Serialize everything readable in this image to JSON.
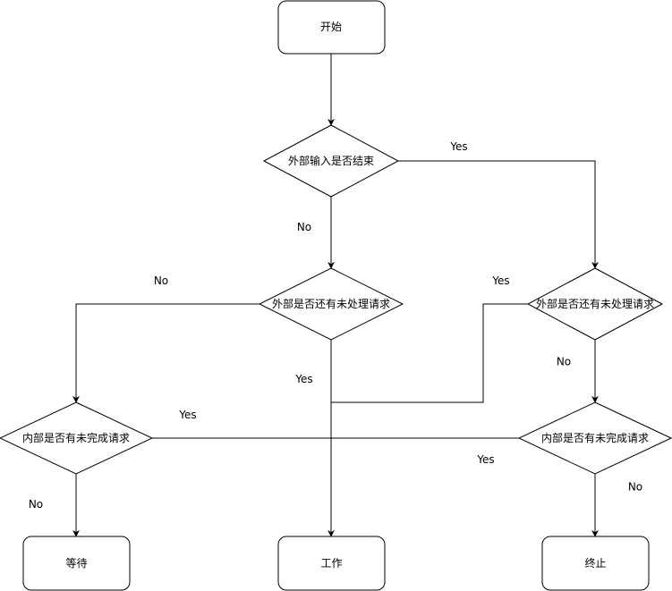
{
  "nodes": {
    "start": "开始",
    "d_input_end": "外部输入是否结束",
    "d_ext_pending_left": "外部是否还有未处理请求",
    "d_ext_pending_right": "外部是否还有未处理请求",
    "d_int_pending_left": "内部是否有未完成请求",
    "d_int_pending_right": "内部是否有未完成请求",
    "wait": "等待",
    "work": "工作",
    "stop": "终止"
  },
  "edges": {
    "input_end_yes": "Yes",
    "input_end_no": "No",
    "ext_left_no": "No",
    "ext_left_yes": "Yes",
    "ext_right_yes": "Yes",
    "ext_right_no": "No",
    "int_left_yes": "Yes",
    "int_left_no": "No",
    "int_right_yes": "Yes",
    "int_right_no": "No"
  }
}
